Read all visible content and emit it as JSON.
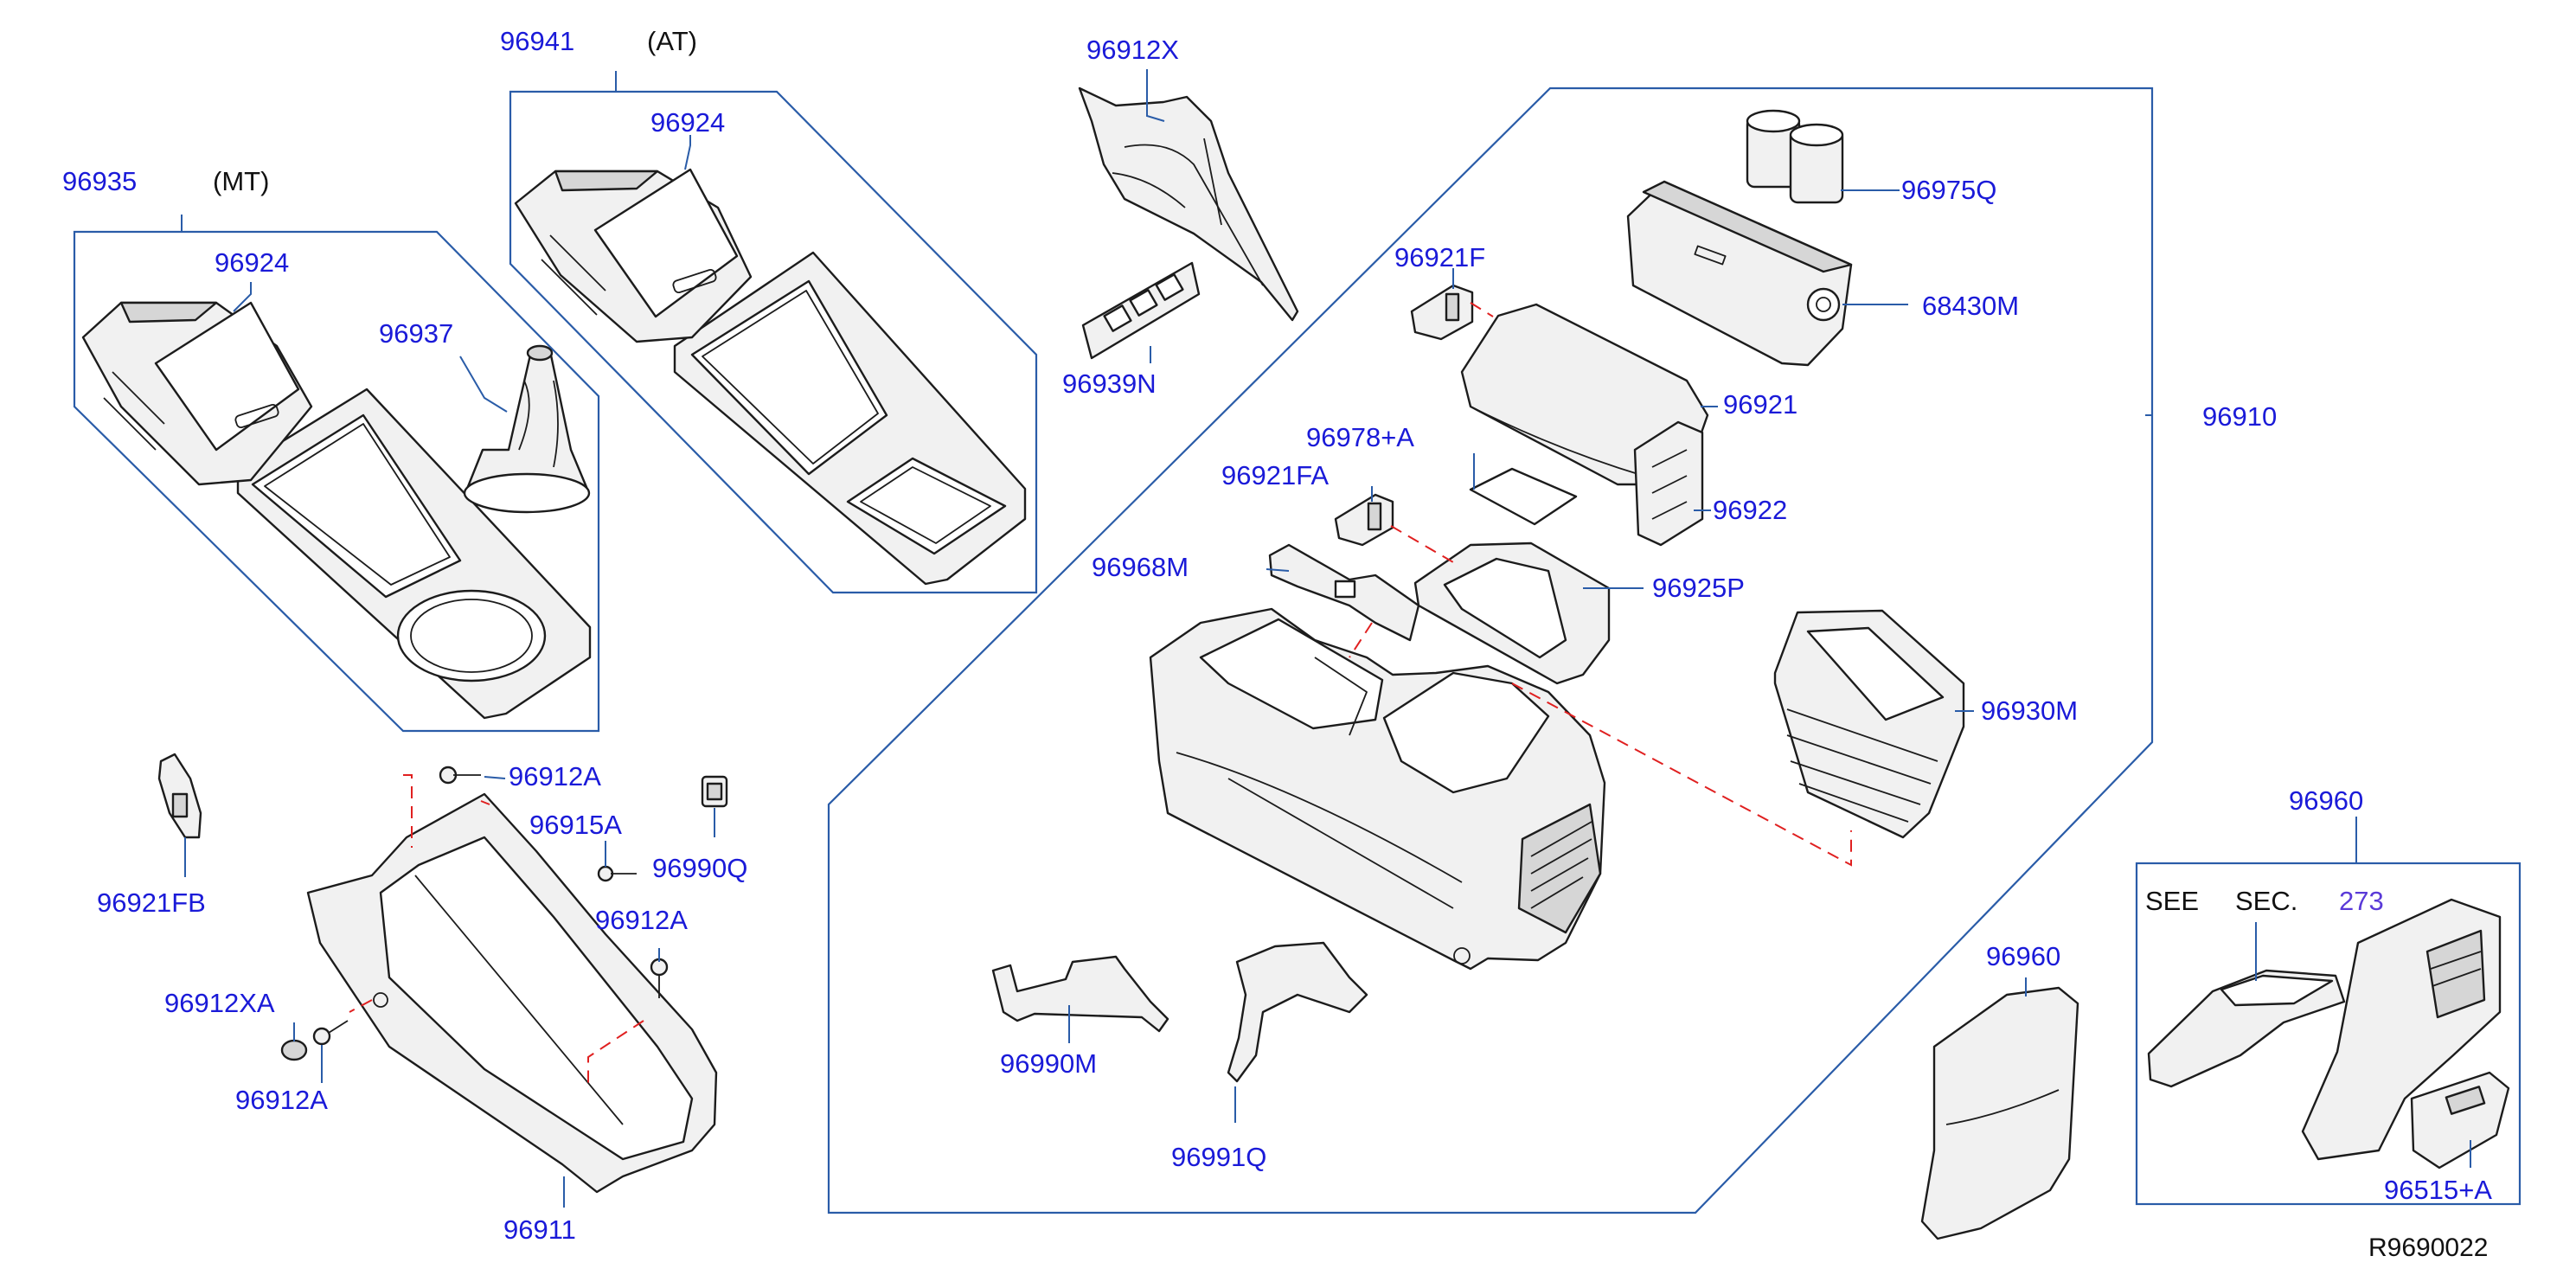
{
  "labels": {
    "p96941": "96941",
    "at": "(AT)",
    "p96935": "96935",
    "mt": "(MT)",
    "p96924_at": "96924",
    "p96924_mt": "96924",
    "p96937": "96937",
    "p96912X": "96912X",
    "p96939N": "96939N",
    "p96921F": "96921F",
    "p96975Q": "96975Q",
    "p68430M": "68430M",
    "p96921": "96921",
    "p96910": "96910",
    "p96978A": "96978+A",
    "p96921FA": "96921FA",
    "p96922": "96922",
    "p96968M": "96968M",
    "p96925P": "96925P",
    "p96930M": "96930M",
    "p96921FB": "96921FB",
    "p96912A_1": "96912A",
    "p96915A": "96915A",
    "p96990Q": "96990Q",
    "p96912A_2": "96912A",
    "p96912XA": "96912XA",
    "p96912A_3": "96912A",
    "p96911": "96911",
    "p96990M": "96990M",
    "p96991Q": "96991Q",
    "p96960_top": "96960",
    "p96960": "96960",
    "see": "SEE",
    "sec": "SEC.",
    "sec_ref": "273",
    "p96515A": "96515+A",
    "drawing_id": "R9690022"
  },
  "colors": {
    "label": "#1a1ad8",
    "frame": "#2a5ca8",
    "dash": "#e02020",
    "ink": "#1c1c1c"
  }
}
